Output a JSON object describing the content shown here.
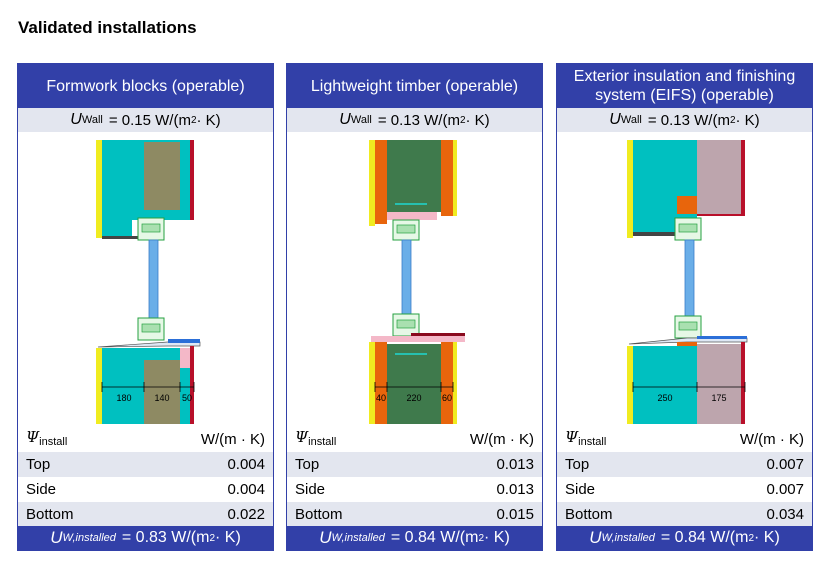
{
  "page_title": "Validated installations",
  "panels": [
    {
      "header": "Formwork blocks (operable)",
      "u_wall": {
        "symbol": "U",
        "subscript": "Wall",
        "value": "= 0.15 W/(m",
        "exp": "2",
        "unit_end": " · K)"
      },
      "dims": [
        "180",
        "140",
        "50"
      ],
      "psi_header": {
        "symbol": "Ψ",
        "subscript": "install",
        "unit": "W/(m · K)"
      },
      "rows": [
        {
          "label": "Top",
          "value": "0.004"
        },
        {
          "label": "Side",
          "value": "0.004"
        },
        {
          "label": "Bottom",
          "value": "0.022"
        }
      ],
      "total": {
        "symbol": "U",
        "subscript": "W,installed",
        "value": "= 0.83 W/(m",
        "exp": "2",
        "unit_end": " · K)"
      }
    },
    {
      "header": "Lightweight timber (operable)",
      "u_wall": {
        "symbol": "U",
        "subscript": "Wall",
        "value": "= 0.13 W/(m",
        "exp": "2",
        "unit_end": " · K)"
      },
      "dims": [
        "40",
        "220",
        "60"
      ],
      "psi_header": {
        "symbol": "Ψ",
        "subscript": "install",
        "unit": "W/(m · K)"
      },
      "rows": [
        {
          "label": "Top",
          "value": "0.013"
        },
        {
          "label": "Side",
          "value": "0.013"
        },
        {
          "label": "Bottom",
          "value": "0.015"
        }
      ],
      "total": {
        "symbol": "U",
        "subscript": "W,installed",
        "value": "= 0.84 W/(m",
        "exp": "2",
        "unit_end": " · K)"
      }
    },
    {
      "header": "Exterior insulation and finishing system (EIFS) (operable)",
      "u_wall": {
        "symbol": "U",
        "subscript": "Wall",
        "value": "= 0.13 W/(m",
        "exp": "2",
        "unit_end": " · K)"
      },
      "dims": [
        "250",
        "175"
      ],
      "psi_header": {
        "symbol": "Ψ",
        "subscript": "install",
        "unit": "W/(m · K)"
      },
      "rows": [
        {
          "label": "Top",
          "value": "0.007"
        },
        {
          "label": "Side",
          "value": "0.007"
        },
        {
          "label": "Bottom",
          "value": "0.034"
        }
      ],
      "total": {
        "symbol": "U",
        "subscript": "W,installed",
        "value": "= 0.84 W/(m",
        "exp": "2",
        "unit_end": " · K)"
      }
    }
  ],
  "colors": {
    "header_blue": "#3240a8",
    "row_shade": "#e3e6ef",
    "masonry_cyan": "#00c0c0",
    "block_core": "#8e8a63",
    "timber_green": "#3f7a4c",
    "timber_orange": "#e8650c",
    "eifs_mauve": "#bda5ad",
    "render_yellow": "#f0ec20",
    "frame_red": "#b8102a",
    "glass_blue": "#6aaee8",
    "sill_blue": "#2b6fd8"
  }
}
